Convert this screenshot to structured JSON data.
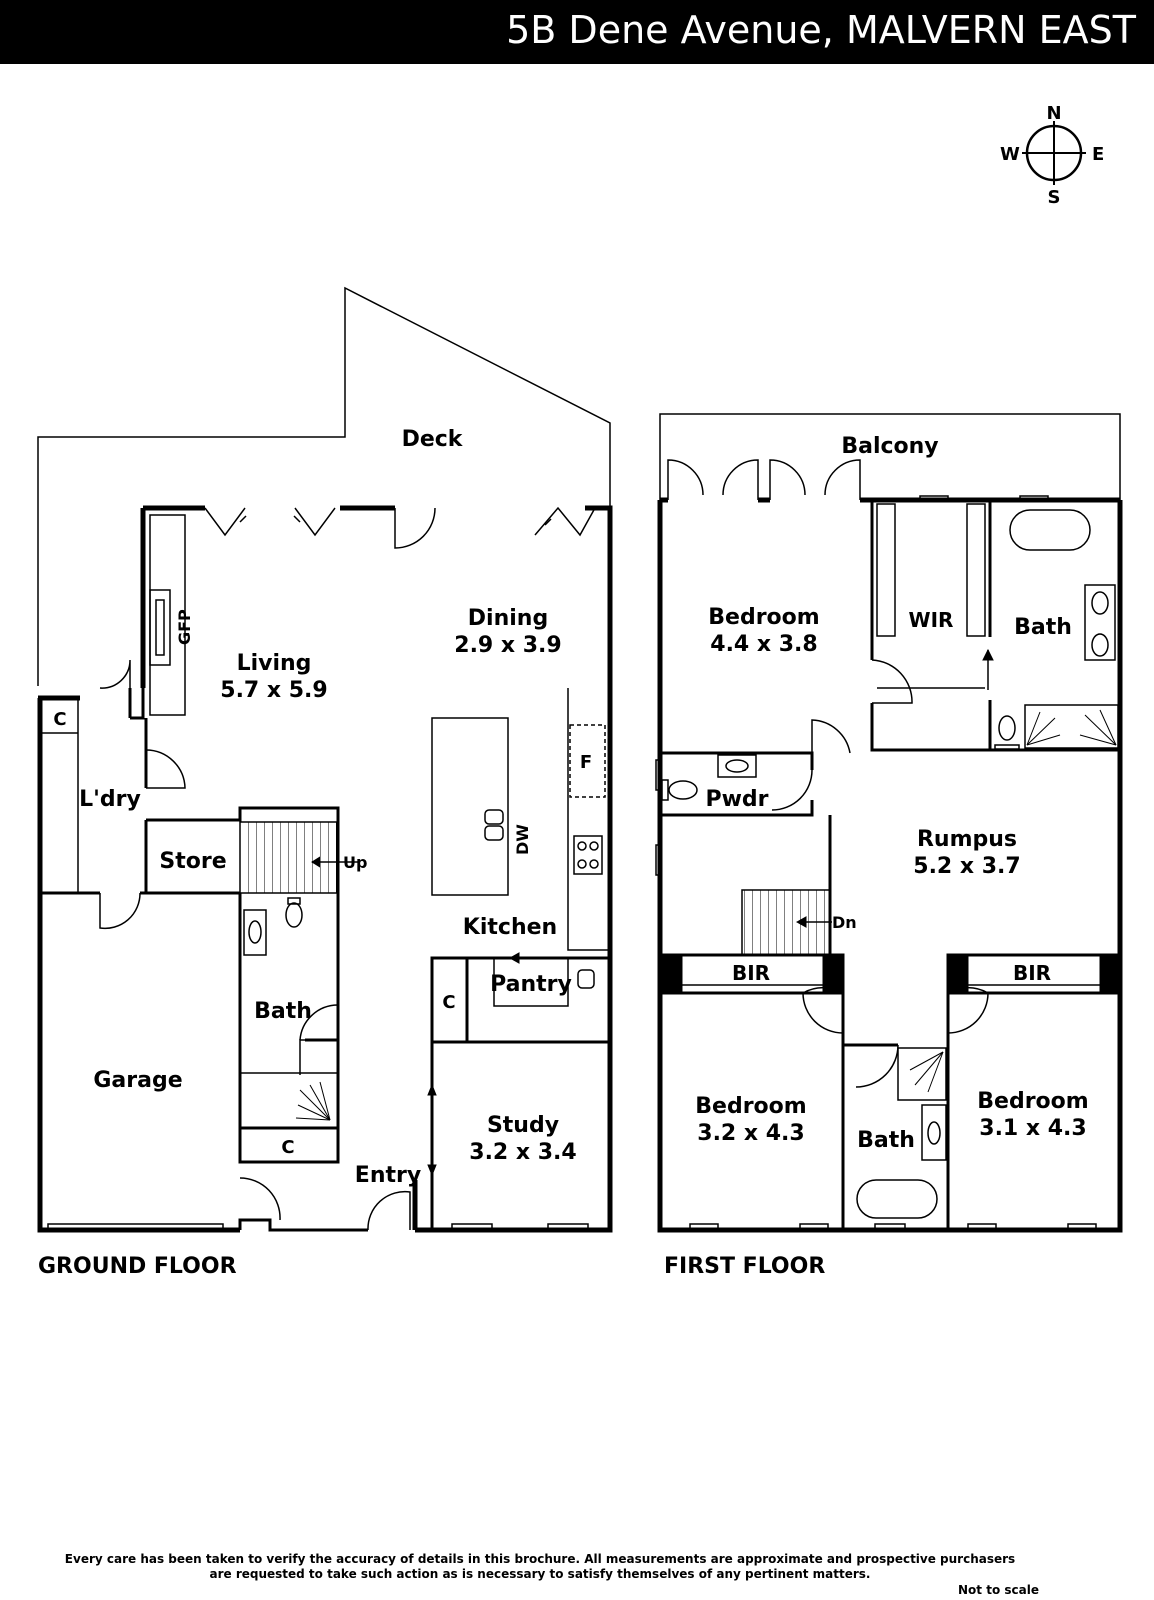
{
  "header": {
    "address": "5B Dene Avenue, MALVERN EAST"
  },
  "compass": {
    "n": "N",
    "s": "S",
    "e": "E",
    "w": "W"
  },
  "ground_floor": {
    "caption": "GROUND FLOOR",
    "deck": "Deck",
    "dining": {
      "name": "Dining",
      "size": "2.9 x 3.9"
    },
    "living": {
      "name": "Living",
      "size": "5.7 x 5.9"
    },
    "gfp": "GFP",
    "c1": "C",
    "laundry": "L'dry",
    "store": "Store",
    "up": "Up",
    "dw": "DW",
    "fridge": "F",
    "kitchen": "Kitchen",
    "pantry": "Pantry",
    "c2": "C",
    "bath": "Bath",
    "garage": "Garage",
    "c3": "C",
    "study": {
      "name": "Study",
      "size": "3.2 x 3.4"
    },
    "entry": "Entry"
  },
  "first_floor": {
    "caption": "FIRST FLOOR",
    "balcony": "Balcony",
    "bedroom_main": {
      "name": "Bedroom",
      "size": "4.4 x 3.8"
    },
    "wir": "WIR",
    "ensuite": "Bath",
    "pwdr": "Pwdr",
    "rumpus": {
      "name": "Rumpus",
      "size": "5.2 x 3.7"
    },
    "dn": "Dn",
    "bir1": "BIR",
    "bir2": "BIR",
    "bedroom_2": {
      "name": "Bedroom",
      "size": "3.2 x 4.3"
    },
    "bath": "Bath",
    "bedroom_3": {
      "name": "Bedroom",
      "size": "3.1 x 4.3"
    }
  },
  "footer": {
    "disclaimer_line1": "Every care has been taken to verify the accuracy of details in this brochure.  All measurements are approximate and prospective purchasers",
    "disclaimer_line2": "are requested to take such action as is necessary to satisfy themselves of any pertinent matters.",
    "scale_note": "Not to scale"
  }
}
